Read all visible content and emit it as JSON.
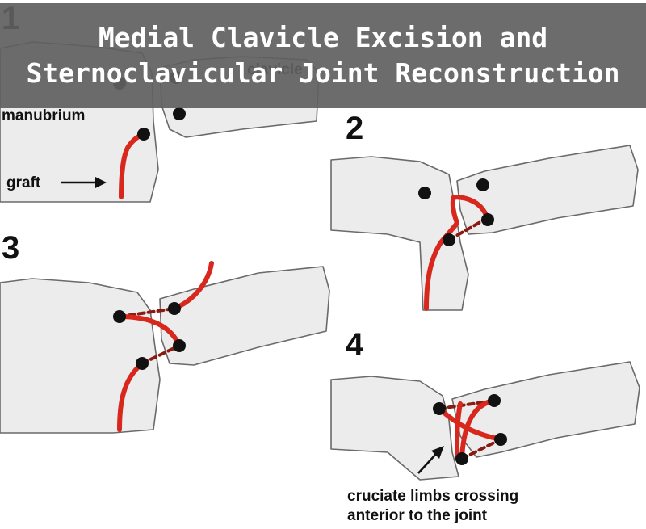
{
  "title": {
    "line1": "Medial Clavicle Excision and",
    "line2": "Sternoclavicular Joint Reconstruction"
  },
  "panels": [
    {
      "number": "1",
      "labels": {
        "clavicle": "clavicle",
        "manubrium": "manubrium",
        "graft": "graft"
      }
    },
    {
      "number": "2"
    },
    {
      "number": "3"
    },
    {
      "number": "4",
      "labels": {
        "note_line1": "cruciate limbs crossing",
        "note_line2": "anterior to the joint"
      }
    }
  ],
  "colors": {
    "graft": "#d8271c",
    "tunnel": "#8a1b12",
    "banner": "#5f5f5f",
    "bone": "#ececec"
  }
}
